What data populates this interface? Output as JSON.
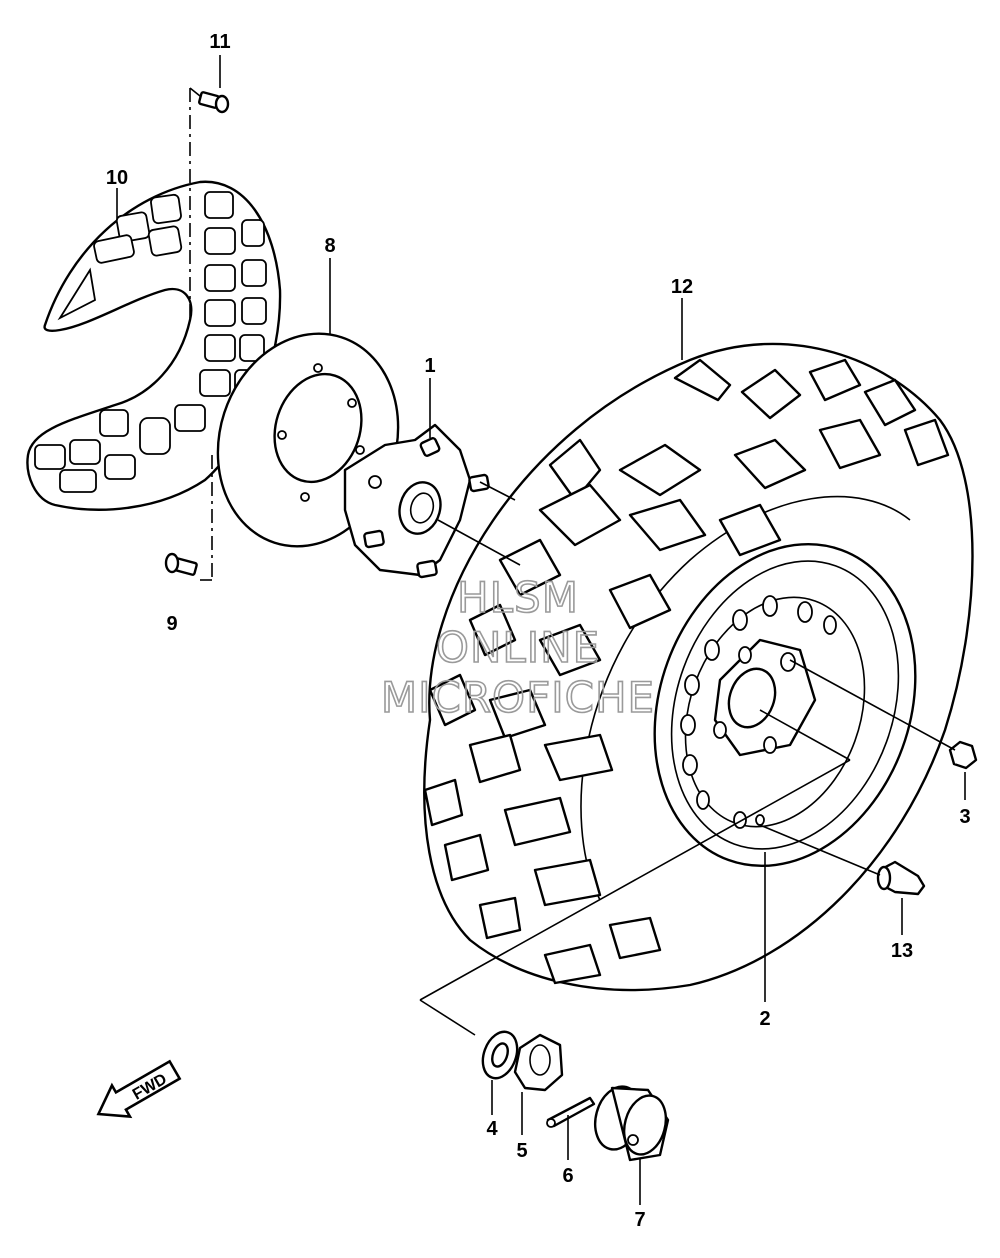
{
  "diagram": {
    "callouts": {
      "c1": "1",
      "c2": "2",
      "c3": "3",
      "c4": "4",
      "c5": "5",
      "c6": "6",
      "c7": "7",
      "c8": "8",
      "c9": "9",
      "c10": "10",
      "c11": "11",
      "c12": "12",
      "c13": "13"
    },
    "fwd_label": "FWD",
    "watermark": [
      "HLSM",
      "ONLINE",
      "MICROFICHE"
    ]
  }
}
